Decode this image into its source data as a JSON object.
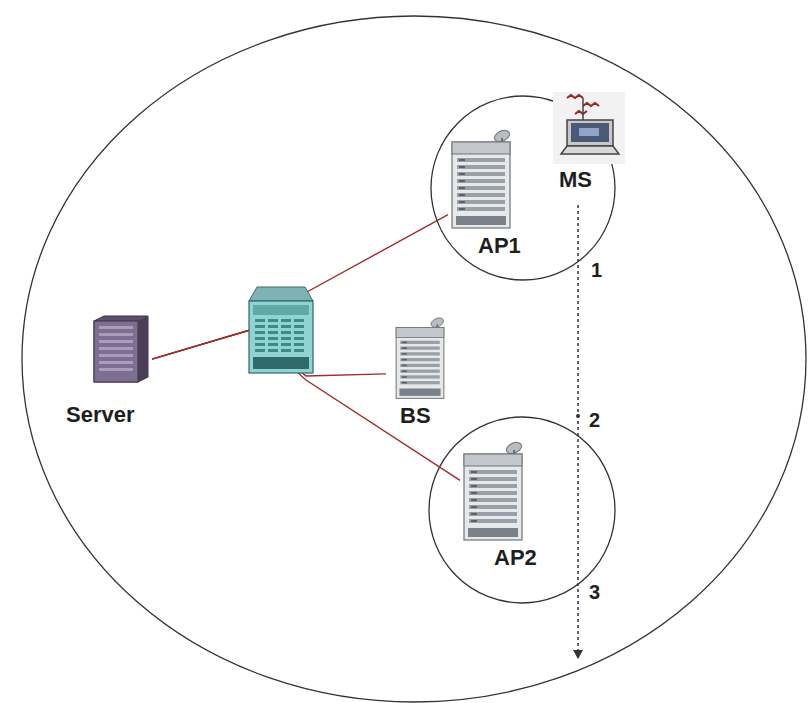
{
  "diagram": {
    "nodes": [
      {
        "text": [
          "Server"
        ]
      },
      {
        "text": [
          "AP1"
        ]
      },
      {
        "text": [
          "MS"
        ]
      },
      {
        "text": [
          "BS"
        ]
      },
      {
        "text": [
          "AP2"
        ]
      }
    ],
    "edges": [
      {
        "from": 0,
        "to": 1,
        "arrow": "none"
      },
      {
        "from": 0,
        "to": 3,
        "arrow": "none"
      },
      {
        "from": 0,
        "to": 4,
        "arrow": "none"
      }
    ],
    "labels": [
      "1",
      "2",
      "3"
    ]
  }
}
